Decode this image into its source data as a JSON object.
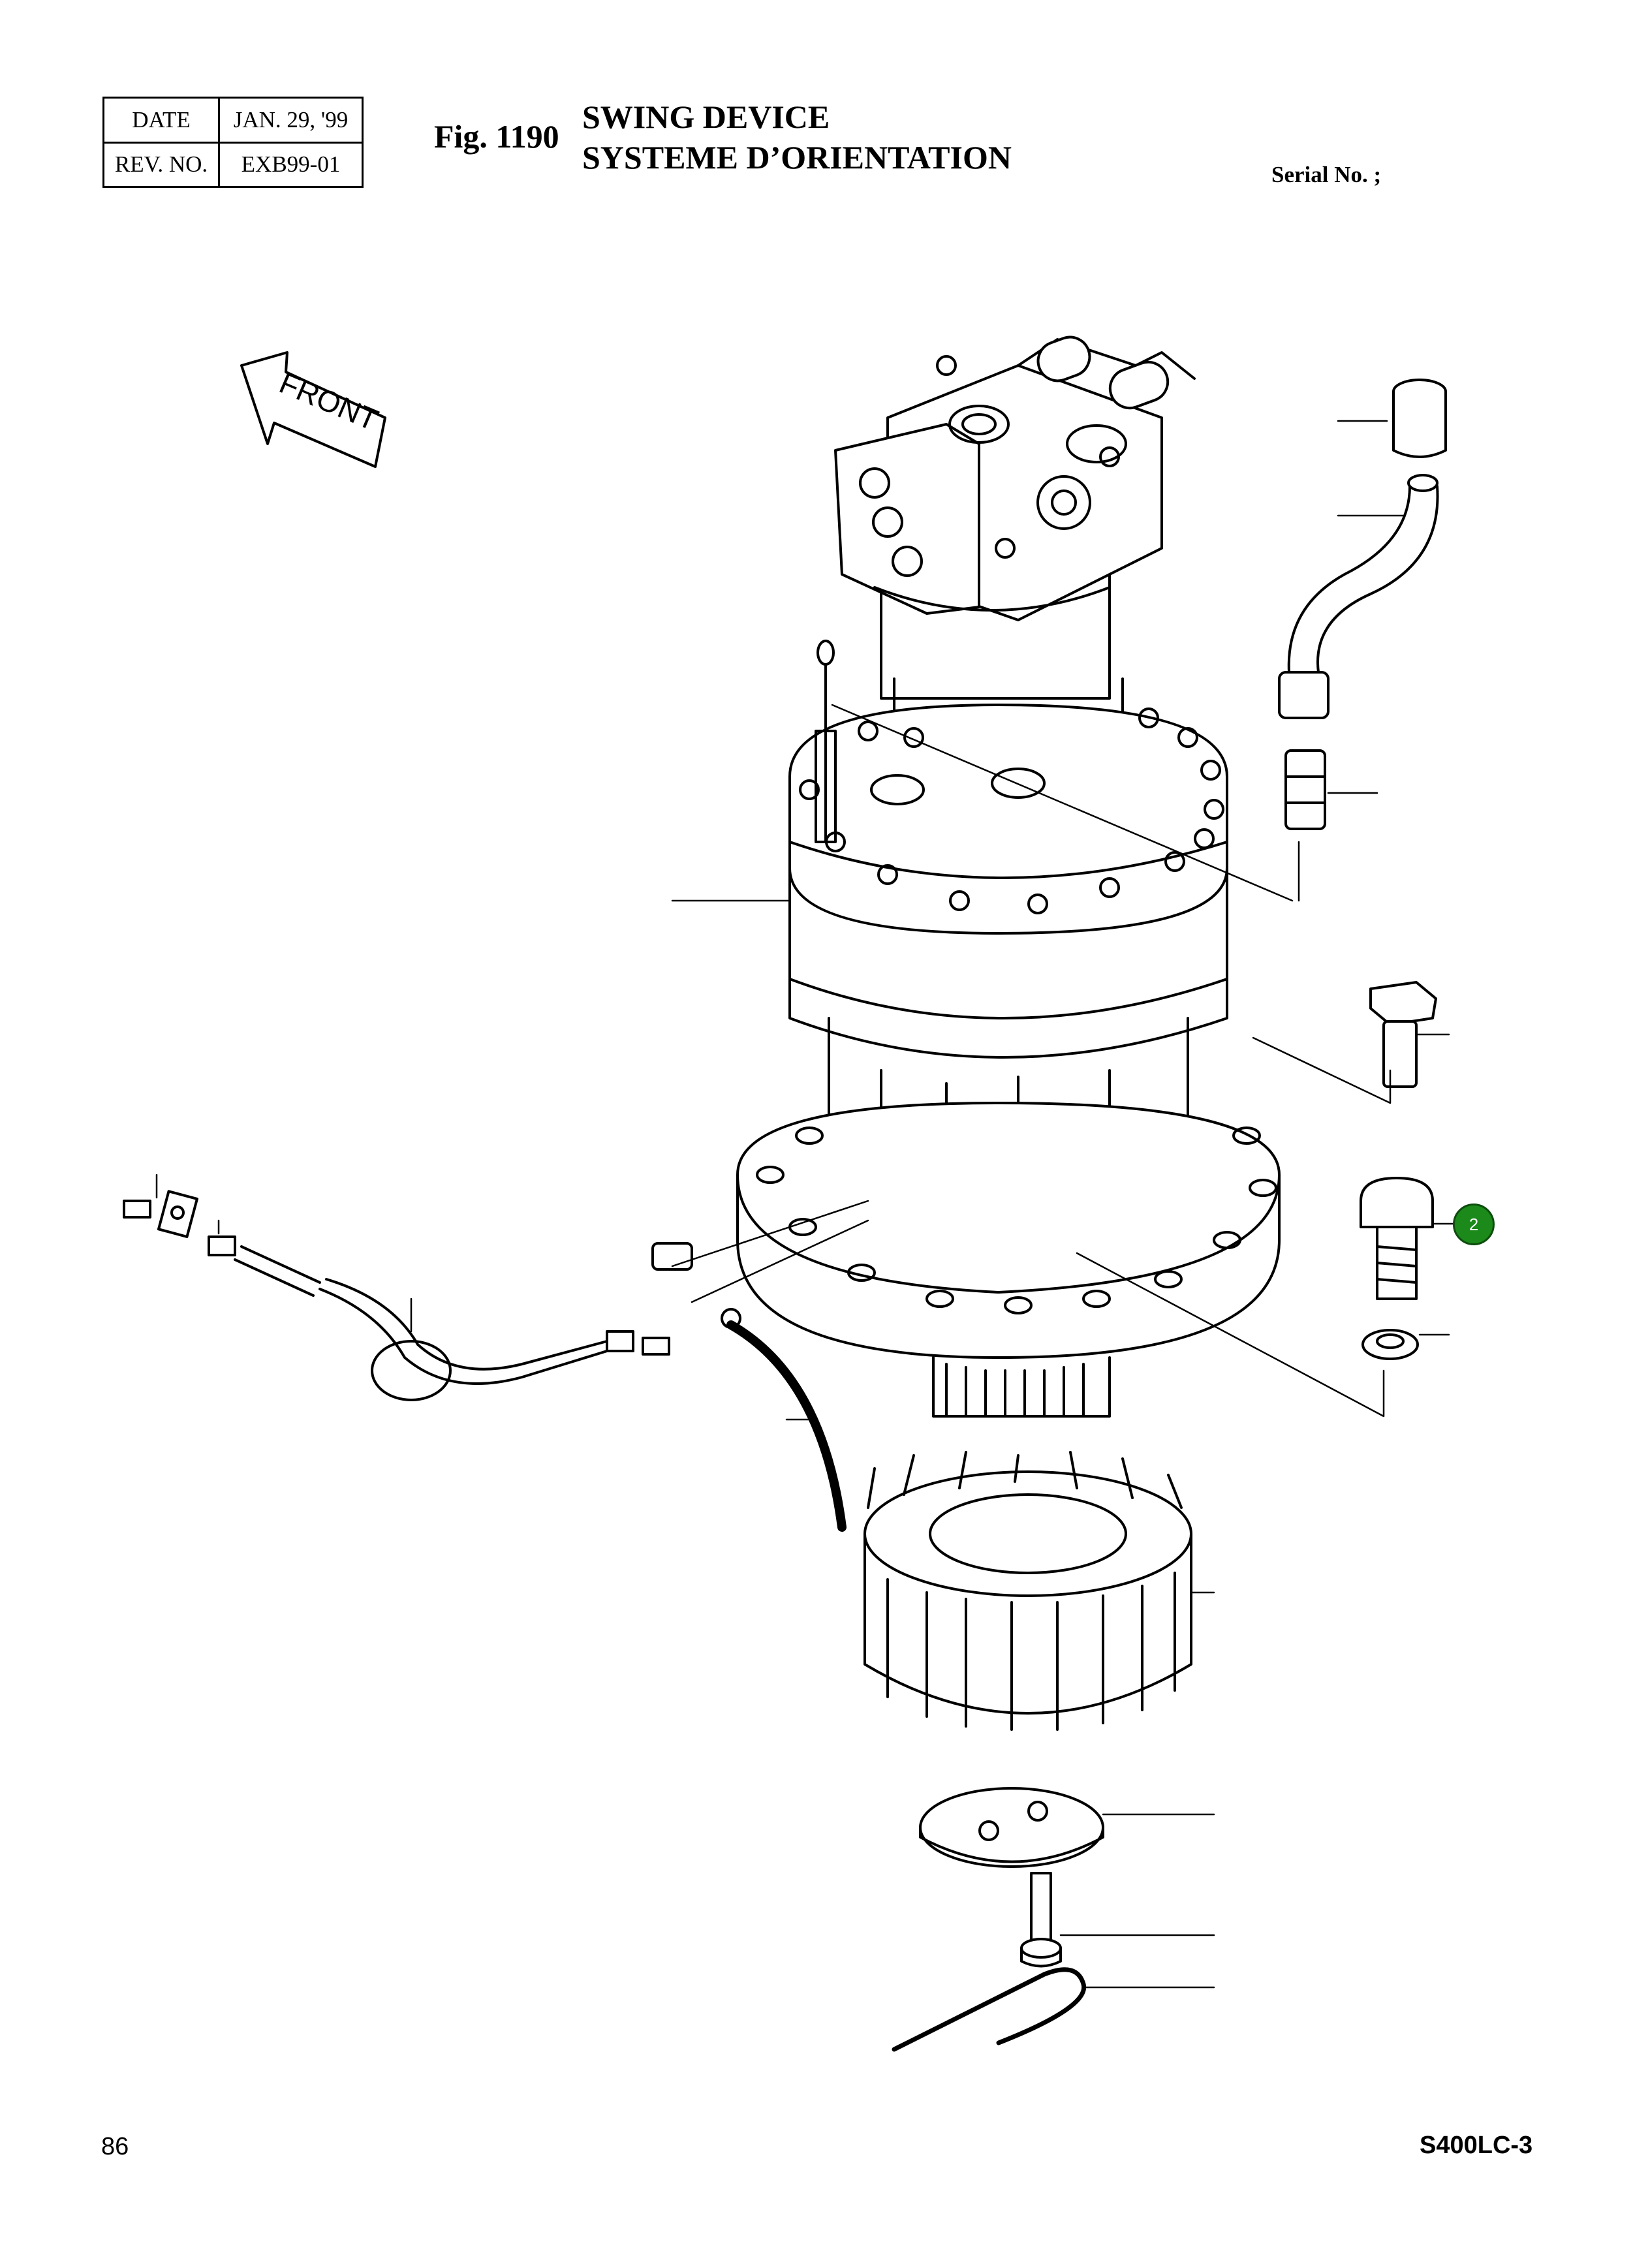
{
  "header": {
    "date_label": "DATE",
    "date_value": "JAN. 29, '99",
    "rev_label": "REV. NO.",
    "rev_value": "EXB99-01",
    "fig_label": "Fig. 1190",
    "title_en": "SWING DEVICE",
    "title_fr": "SYSTEME D’ORIENTATION",
    "serial_label": "Serial No. ;"
  },
  "drawing": {
    "front_label": "FRONT",
    "callout": {
      "label": "2",
      "color": "#1b8a1b"
    }
  },
  "footer": {
    "page_number": "86",
    "model": "S400LC-3"
  }
}
